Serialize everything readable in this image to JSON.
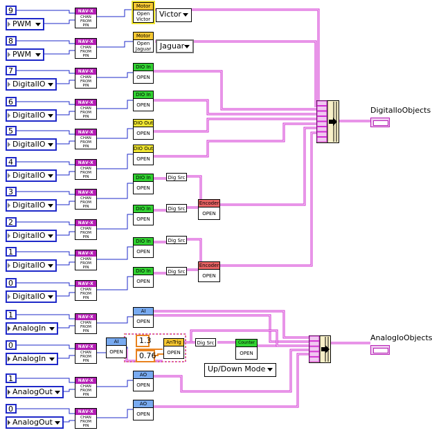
{
  "pins": [
    {
      "pin": "9",
      "type": "PWM"
    },
    {
      "pin": "8",
      "type": "PWM"
    },
    {
      "pin": "7",
      "type": "DigitalIO"
    },
    {
      "pin": "6",
      "type": "DigitalIO"
    },
    {
      "pin": "5",
      "type": "DigitalIO"
    },
    {
      "pin": "4",
      "type": "DigitalIO"
    },
    {
      "pin": "3",
      "type": "DigitalIO"
    },
    {
      "pin": "2",
      "type": "DigitalIO"
    },
    {
      "pin": "1",
      "type": "DigitalIO"
    },
    {
      "pin": "0",
      "type": "DigitalIO"
    },
    {
      "pin": "1",
      "type": "AnalogIn"
    },
    {
      "pin": "0",
      "type": "AnalogIn"
    },
    {
      "pin": "1",
      "type": "AnalogOut"
    },
    {
      "pin": "0",
      "type": "AnalogOut"
    }
  ],
  "chan_from_pin": {
    "header": "NAV-X",
    "body_line1": "CHAN",
    "body_line2": "FROM",
    "body_line3": "PIN"
  },
  "motor_vis": [
    {
      "header": "Motor",
      "line1": "Open",
      "line2": "Victor"
    },
    {
      "header": "Motor",
      "line1": "Open",
      "line2": "Jaguar"
    }
  ],
  "motor_rings": [
    "Victor",
    "Jaguar"
  ],
  "open_vis": [
    {
      "header": "DIO In",
      "body": "OPEN"
    },
    {
      "header": "DIO In",
      "body": "OPEN"
    },
    {
      "header": "DIO Out",
      "body": "OPEN"
    },
    {
      "header": "DIO Out",
      "body": "OPEN"
    },
    {
      "header": "DIO In",
      "body": "OPEN"
    },
    {
      "header": "DIO In",
      "body": "OPEN"
    },
    {
      "header": "DIO In",
      "body": "OPEN"
    },
    {
      "header": "DIO In",
      "body": "OPEN"
    },
    {
      "header": "AI",
      "body": "OPEN"
    },
    {
      "header": "AI",
      "body": "OPEN"
    },
    {
      "header": "AO",
      "body": "OPEN"
    },
    {
      "header": "AO",
      "body": "OPEN"
    }
  ],
  "dig_src_label": "Dig Src",
  "encoder_vi": {
    "header": "Encoder",
    "body": "OPEN"
  },
  "an_trig_vi": {
    "header": "AnTrig",
    "body": "OPEN"
  },
  "counter_vi": {
    "header": "Counter",
    "body": "OPEN"
  },
  "trigger_levels": [
    "1.3",
    "0.76"
  ],
  "counter_mode": "Up/Down Mode",
  "indicators": [
    "DigitalIoObjects",
    "AnalogIoObjects"
  ],
  "colors": {
    "pink_wire": "#d228d2",
    "blue_wire": "#1e28c8",
    "orange_wire": "#e8821e",
    "nav_header": "#b41eb4",
    "motor_header": "#f8c832",
    "dio_in_header": "#32d232",
    "dio_out_header": "#f0e632",
    "analog_header": "#78aaf0",
    "encoder_header": "#e86464",
    "counter_header": "#32d232"
  }
}
